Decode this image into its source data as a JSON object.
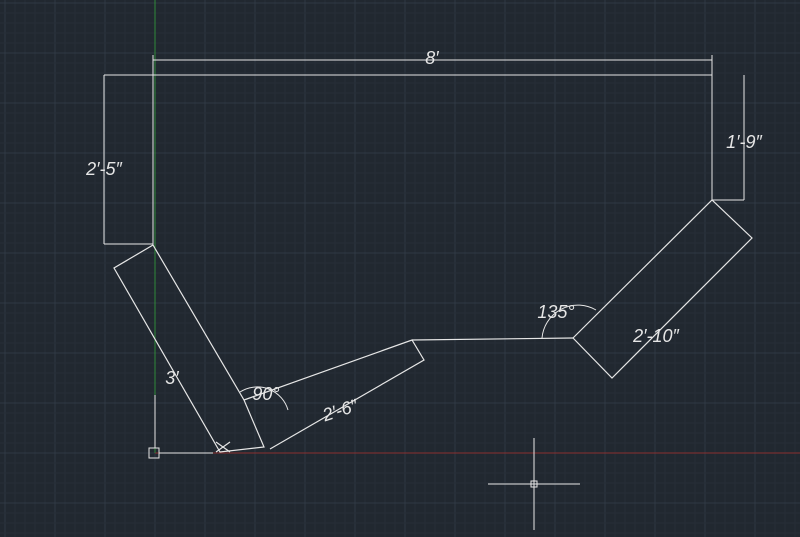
{
  "colors": {
    "background": "#212830",
    "geometry": "#e6e6e6",
    "x_axis": "#8b2f2f",
    "y_axis": "#2f8a3a"
  },
  "icons": {
    "ucs_origin": "ucs-origin-icon",
    "crosshair": "crosshair-cursor-icon"
  },
  "dimensions": {
    "top_width": "8′",
    "left_height": "2′-5″",
    "right_height": "1′-9″",
    "left_leg": "3′",
    "bottom_segment": "2′-6″",
    "right_leg": "2′-10″",
    "angle_left": "90°",
    "angle_right": "135°"
  }
}
